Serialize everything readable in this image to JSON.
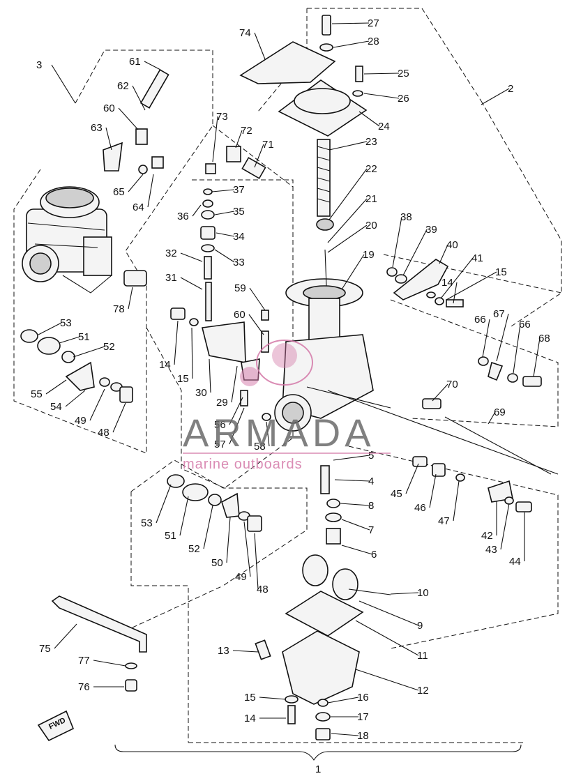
{
  "diagram": {
    "labels": [
      {
        "id": "p1",
        "text": "1"
      },
      {
        "id": "p2",
        "text": "2"
      },
      {
        "id": "p3",
        "text": "3"
      },
      {
        "id": "p4",
        "text": "4"
      },
      {
        "id": "p5",
        "text": "5"
      },
      {
        "id": "p6",
        "text": "6"
      },
      {
        "id": "p7",
        "text": "7"
      },
      {
        "id": "p8",
        "text": "8"
      },
      {
        "id": "p9",
        "text": "9"
      },
      {
        "id": "p10",
        "text": "10"
      },
      {
        "id": "p11",
        "text": "11"
      },
      {
        "id": "p12",
        "text": "12"
      },
      {
        "id": "p13",
        "text": "13"
      },
      {
        "id": "p14a",
        "text": "14"
      },
      {
        "id": "p14b",
        "text": "14"
      },
      {
        "id": "p14c",
        "text": "14"
      },
      {
        "id": "p15a",
        "text": "15"
      },
      {
        "id": "p15b",
        "text": "15"
      },
      {
        "id": "p15c",
        "text": "15"
      },
      {
        "id": "p16",
        "text": "16"
      },
      {
        "id": "p17",
        "text": "17"
      },
      {
        "id": "p18",
        "text": "18"
      },
      {
        "id": "p19",
        "text": "19"
      },
      {
        "id": "p20",
        "text": "20"
      },
      {
        "id": "p21",
        "text": "21"
      },
      {
        "id": "p22",
        "text": "22"
      },
      {
        "id": "p23",
        "text": "23"
      },
      {
        "id": "p24",
        "text": "24"
      },
      {
        "id": "p25",
        "text": "25"
      },
      {
        "id": "p26",
        "text": "26"
      },
      {
        "id": "p27",
        "text": "27"
      },
      {
        "id": "p28",
        "text": "28"
      },
      {
        "id": "p29",
        "text": "29"
      },
      {
        "id": "p30",
        "text": "30"
      },
      {
        "id": "p31",
        "text": "31"
      },
      {
        "id": "p32",
        "text": "32"
      },
      {
        "id": "p33",
        "text": "33"
      },
      {
        "id": "p34",
        "text": "34"
      },
      {
        "id": "p35",
        "text": "35"
      },
      {
        "id": "p36",
        "text": "36"
      },
      {
        "id": "p37",
        "text": "37"
      },
      {
        "id": "p38",
        "text": "38"
      },
      {
        "id": "p39",
        "text": "39"
      },
      {
        "id": "p40",
        "text": "40"
      },
      {
        "id": "p41",
        "text": "41"
      },
      {
        "id": "p42",
        "text": "42"
      },
      {
        "id": "p43",
        "text": "43"
      },
      {
        "id": "p44",
        "text": "44"
      },
      {
        "id": "p45",
        "text": "45"
      },
      {
        "id": "p46",
        "text": "46"
      },
      {
        "id": "p47",
        "text": "47"
      },
      {
        "id": "p48a",
        "text": "48"
      },
      {
        "id": "p48b",
        "text": "48"
      },
      {
        "id": "p49a",
        "text": "49"
      },
      {
        "id": "p49b",
        "text": "49"
      },
      {
        "id": "p50",
        "text": "50"
      },
      {
        "id": "p51a",
        "text": "51"
      },
      {
        "id": "p51b",
        "text": "51"
      },
      {
        "id": "p52a",
        "text": "52"
      },
      {
        "id": "p52b",
        "text": "52"
      },
      {
        "id": "p53a",
        "text": "53"
      },
      {
        "id": "p53b",
        "text": "53"
      },
      {
        "id": "p54",
        "text": "54"
      },
      {
        "id": "p55",
        "text": "55"
      },
      {
        "id": "p56",
        "text": "56"
      },
      {
        "id": "p57",
        "text": "57"
      },
      {
        "id": "p58",
        "text": "58"
      },
      {
        "id": "p59",
        "text": "59"
      },
      {
        "id": "p60a",
        "text": "60"
      },
      {
        "id": "p60b",
        "text": "60"
      },
      {
        "id": "p61",
        "text": "61"
      },
      {
        "id": "p62",
        "text": "62"
      },
      {
        "id": "p63",
        "text": "63"
      },
      {
        "id": "p64",
        "text": "64"
      },
      {
        "id": "p65",
        "text": "65"
      },
      {
        "id": "p66a",
        "text": "66"
      },
      {
        "id": "p66b",
        "text": "66"
      },
      {
        "id": "p67",
        "text": "67"
      },
      {
        "id": "p68",
        "text": "68"
      },
      {
        "id": "p69",
        "text": "69"
      },
      {
        "id": "p70",
        "text": "70"
      },
      {
        "id": "p71",
        "text": "71"
      },
      {
        "id": "p72",
        "text": "72"
      },
      {
        "id": "p73",
        "text": "73"
      },
      {
        "id": "p74",
        "text": "74"
      },
      {
        "id": "p75",
        "text": "75"
      },
      {
        "id": "p76",
        "text": "76"
      },
      {
        "id": "p77",
        "text": "77"
      },
      {
        "id": "p78",
        "text": "78"
      }
    ],
    "fwd_label": "FWD"
  },
  "watermark": {
    "brand": "ARMADA",
    "tagline": "marine outboards",
    "brand_color": "#6b6b6b",
    "accent_color": "#d478a8"
  }
}
